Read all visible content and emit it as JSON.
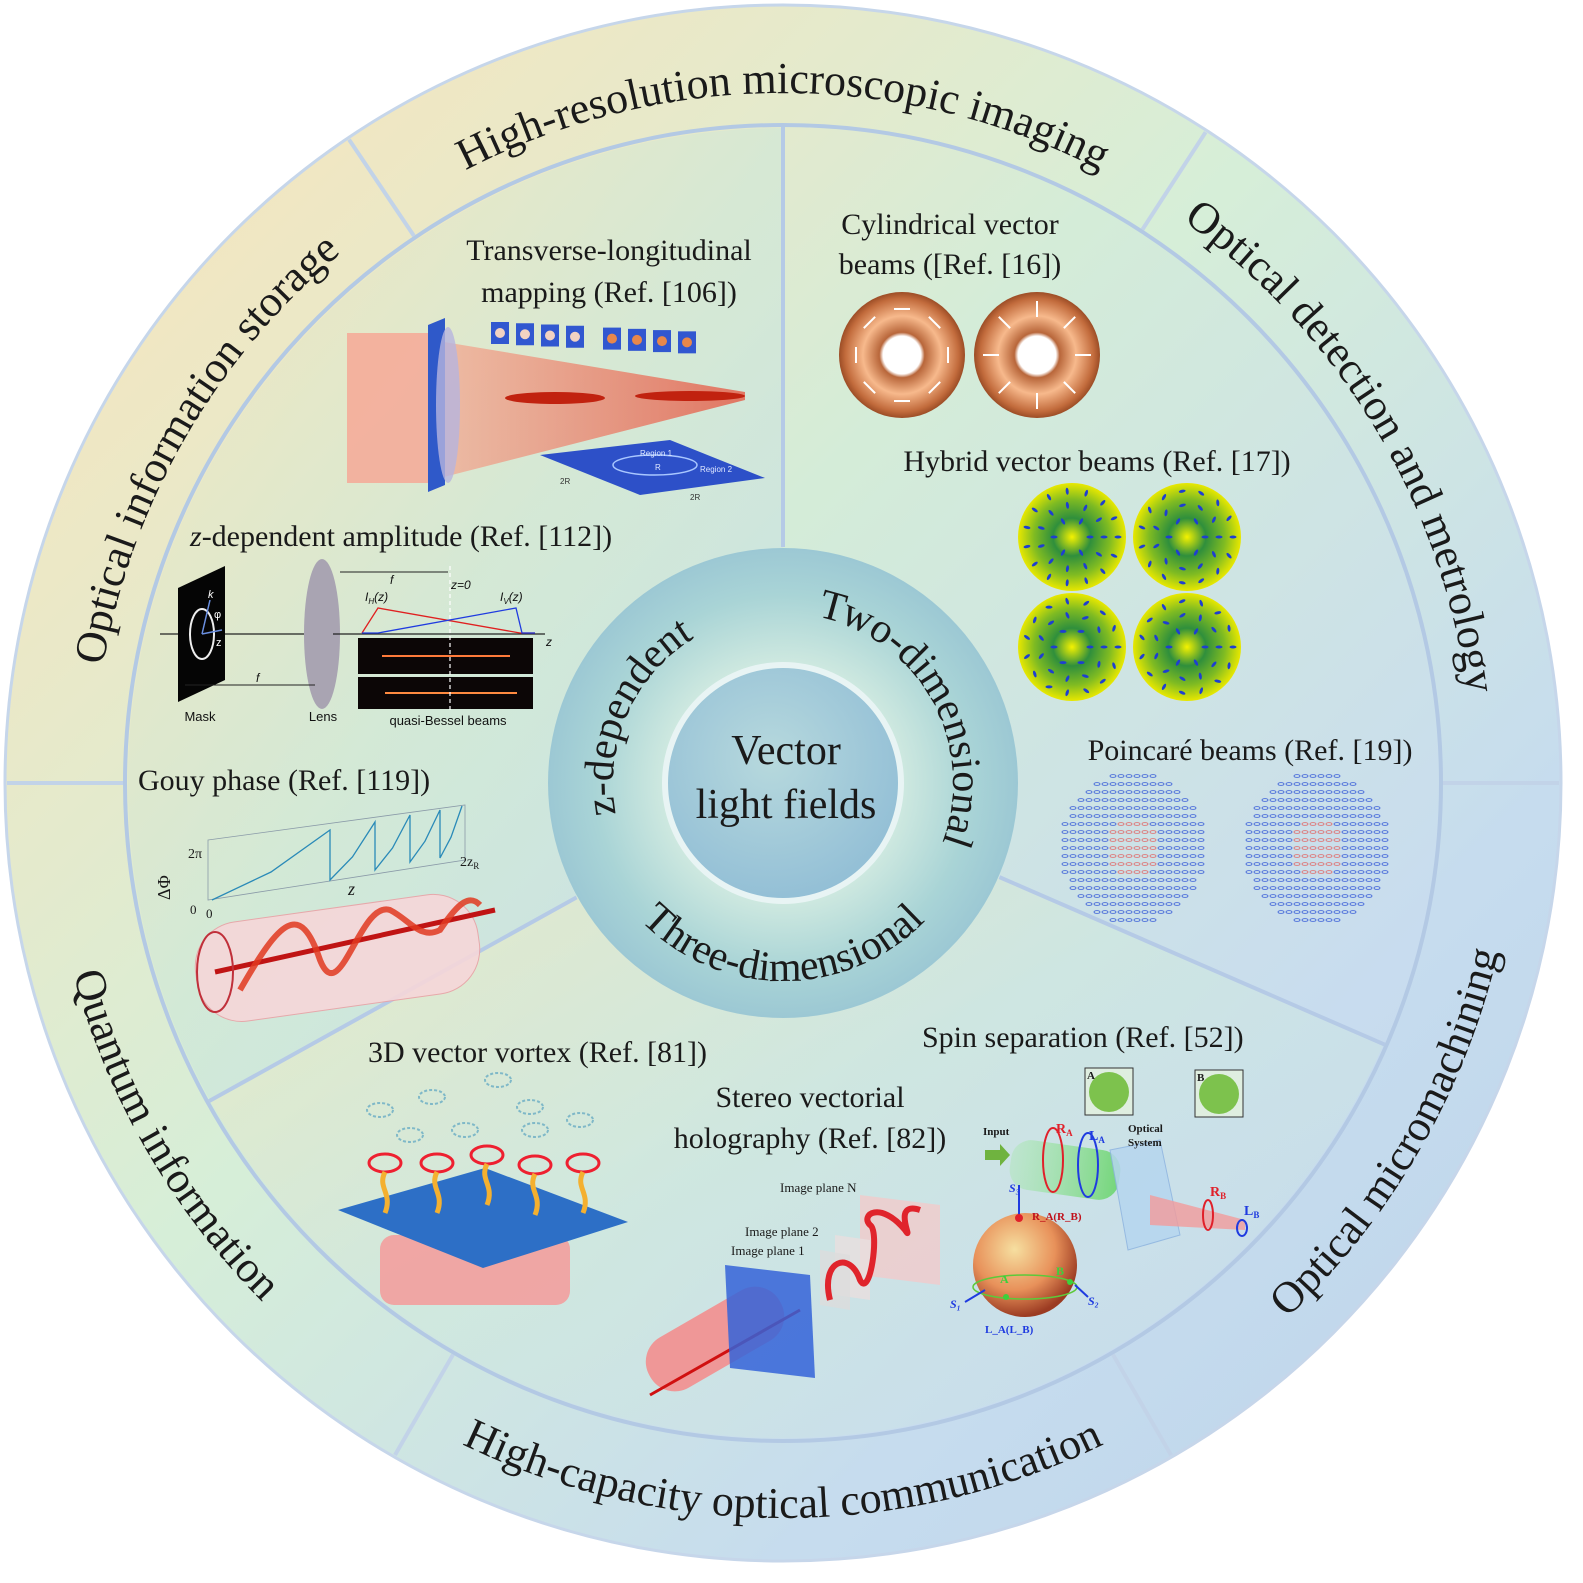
{
  "center": {
    "line1": "Vector",
    "line2": "light fields"
  },
  "hub": {
    "two_dimensional": "Two-dimensional",
    "z_dependent": "z-dependent",
    "three_dimensional": "Three-dimensional"
  },
  "applications": [
    {
      "label": "High-resolution microscopic imaging"
    },
    {
      "label": "Optical detection and metrology"
    },
    {
      "label": "Optical micromachining"
    },
    {
      "label": "High-capacity optical communication"
    },
    {
      "label": "Quantum information"
    },
    {
      "label": "Optical information storage"
    }
  ],
  "panels": {
    "transverse": {
      "line1": "Transverse-longitudinal",
      "line2": "mapping (Ref. [106])",
      "region1": "Region 1",
      "region2": "Region 2",
      "r": "R",
      "two_r_a": "2R",
      "two_r_b": "2R"
    },
    "cylindrical": {
      "line1": "Cylindrical vector",
      "line2": "beams ([Ref. [16])"
    },
    "hybrid": {
      "title": "Hybrid vector beams (Ref. [17])"
    },
    "zamp": {
      "title_italic": "z",
      "title_rest": "-dependent amplitude (Ref. [112])",
      "mask": "Mask",
      "lens": "Lens",
      "bessel": "quasi-Bessel beams",
      "f1": "f",
      "f2": "f",
      "z0": "z=0",
      "ih": "I",
      "ih_sub": "H",
      "ih_arg": "(z)",
      "iv": "I",
      "iv_sub": "V",
      "iv_arg": "(z)",
      "z_axis": "z",
      "kr": "k",
      "phi": "φ",
      "zmask": "z"
    },
    "poincare": {
      "title": "Poincaré beams (Ref. [19])"
    },
    "gouy": {
      "title": "Gouy phase (Ref. [119])",
      "two_pi": "2π",
      "delta_phi": "ΔΦ",
      "zero_a": "0",
      "zero_b": "0",
      "z": "z",
      "two_zr": "2z",
      "two_zr_sub": "R"
    },
    "vortex3d": {
      "title": "3D vector vortex (Ref. [81])"
    },
    "spin": {
      "title": "Spin separation (Ref. [52])",
      "input": "Input",
      "optical_system_1": "Optical",
      "optical_system_2": "System",
      "a_box": "A",
      "b_box": "B",
      "ra": "R",
      "ra_sub": "A",
      "la": "L",
      "la_sub": "A",
      "rb": "R",
      "rb_sub": "B",
      "lb": "L",
      "lb_sub": "B",
      "s1": "S₁",
      "s2": "S₂",
      "s3": "S₃",
      "north": "R_A(R_B)",
      "south": "L_A(L_B)",
      "a_pt": "A",
      "b_pt": "B"
    },
    "stereo": {
      "line1": "Stereo vectorial",
      "line2": "holography (Ref. [82])",
      "plane_n": "Image plane N",
      "plane_2": "Image plane 2",
      "plane_1": "Image plane 1"
    }
  },
  "colors": {
    "outer_warm": "#fbe3c0",
    "outer_green": "#d3ecd6",
    "outer_blue": "#c3d8ec",
    "divider": "#b7cbe3",
    "beam_red": "#e8402a",
    "vector_blue": "#2c4fd0"
  }
}
